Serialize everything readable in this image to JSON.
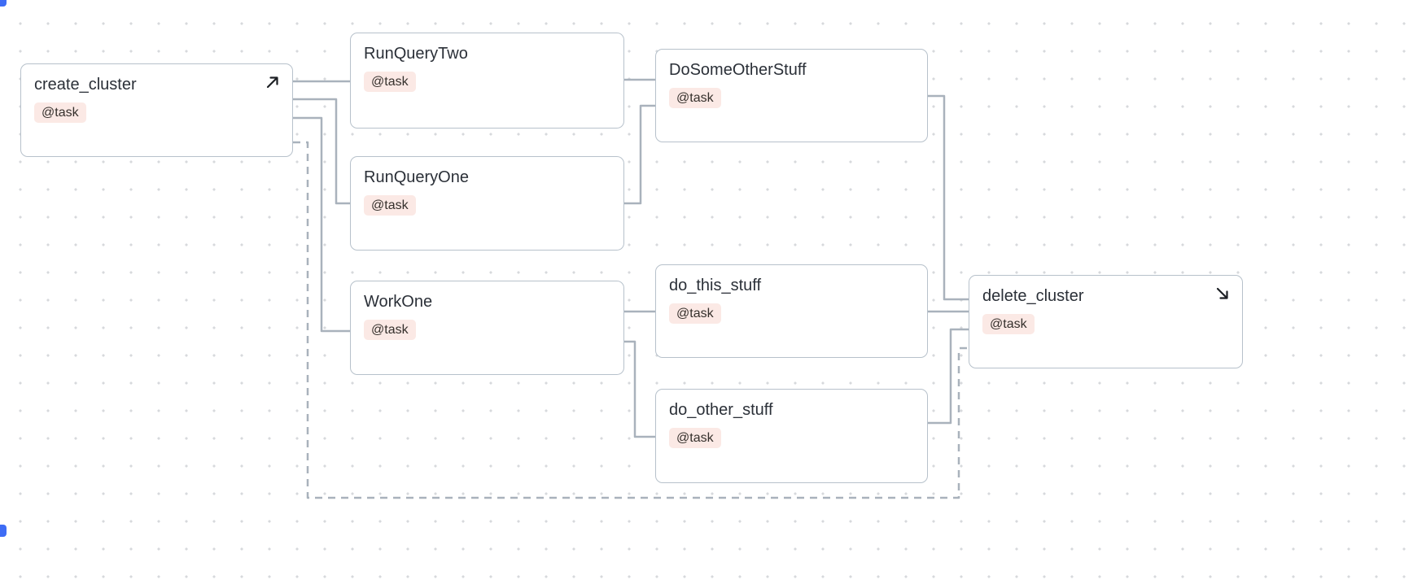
{
  "canvas": {
    "type": "workflow-dag",
    "colors": {
      "edge": "#a9b2bc",
      "node_border": "#b7c1cb",
      "node_bg": "#ffffff",
      "badge_bg": "#fbe9e5",
      "badge_text": "#35302c",
      "title_text": "#2b3038",
      "canvas_dot": "#d7d9dc",
      "accent_blue": "#3e6cf5"
    }
  },
  "nodes": [
    {
      "id": "create_cluster",
      "title": "create_cluster",
      "badge": "@task",
      "icon": "arrow-up-right-icon"
    },
    {
      "id": "RunQueryTwo",
      "title": "RunQueryTwo",
      "badge": "@task"
    },
    {
      "id": "RunQueryOne",
      "title": "RunQueryOne",
      "badge": "@task"
    },
    {
      "id": "WorkOne",
      "title": "WorkOne",
      "badge": "@task"
    },
    {
      "id": "DoSomeOtherStuff",
      "title": "DoSomeOtherStuff",
      "badge": "@task"
    },
    {
      "id": "do_this_stuff",
      "title": "do_this_stuff",
      "badge": "@task"
    },
    {
      "id": "do_other_stuff",
      "title": "do_other_stuff",
      "badge": "@task"
    },
    {
      "id": "delete_cluster",
      "title": "delete_cluster",
      "badge": "@task",
      "icon": "arrow-down-right-icon"
    }
  ],
  "edges": [
    {
      "from": "create_cluster",
      "to": "RunQueryTwo",
      "style": "solid"
    },
    {
      "from": "create_cluster",
      "to": "RunQueryOne",
      "style": "solid"
    },
    {
      "from": "create_cluster",
      "to": "WorkOne",
      "style": "solid"
    },
    {
      "from": "create_cluster",
      "to": "delete_cluster",
      "style": "dashed"
    },
    {
      "from": "RunQueryTwo",
      "to": "DoSomeOtherStuff",
      "style": "solid"
    },
    {
      "from": "RunQueryOne",
      "to": "DoSomeOtherStuff",
      "style": "solid"
    },
    {
      "from": "WorkOne",
      "to": "do_this_stuff",
      "style": "solid"
    },
    {
      "from": "WorkOne",
      "to": "do_other_stuff",
      "style": "solid"
    },
    {
      "from": "DoSomeOtherStuff",
      "to": "delete_cluster",
      "style": "solid"
    },
    {
      "from": "do_this_stuff",
      "to": "delete_cluster",
      "style": "solid"
    },
    {
      "from": "do_other_stuff",
      "to": "delete_cluster",
      "style": "solid"
    }
  ]
}
